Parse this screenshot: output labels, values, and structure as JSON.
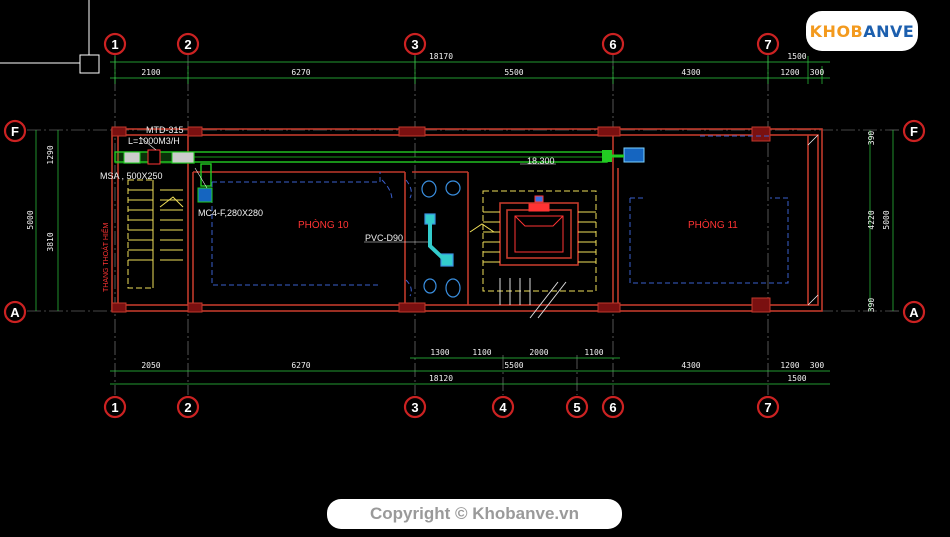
{
  "grid_top": [
    "1",
    "2",
    "3",
    "6",
    "7"
  ],
  "grid_bottom": [
    "1",
    "2",
    "3",
    "4",
    "5",
    "6",
    "7"
  ],
  "grid_side": [
    "F",
    "A"
  ],
  "dims_top": {
    "total": "18170",
    "right_extra": "1500",
    "segments": [
      "2100",
      "6270",
      "5500",
      "4300",
      "1200",
      "300"
    ]
  },
  "dims_bottom": {
    "top_row": [
      "1300",
      "1100",
      "2000",
      "1100"
    ],
    "middle_row": [
      "2050",
      "6270",
      "5500",
      "4300",
      "1200",
      "300"
    ],
    "total": "18120",
    "right_extra": "1500"
  },
  "dims_left": [
    "1290",
    "5000",
    "3810"
  ],
  "dims_right": [
    "390",
    "5000",
    "4220",
    "390"
  ],
  "rooms": {
    "room_10": "PHÒNG 10",
    "room_11": "PHÒNG 11"
  },
  "annotations": {
    "mtd": "MTD-315",
    "flow": "L=1000M3/H",
    "msa": "MSA , 500X250",
    "mc4": "MC4-F,280X280",
    "pvc": "PVC-D90",
    "level": "18.300",
    "stair": "THANG THOÁT HIỂM"
  },
  "brand": {
    "logo_khob": "KHOB",
    "logo_anve": "ANVE",
    "copyright": "Copyright © Khobanve.vn"
  },
  "colors": {
    "wall": "#c0392b",
    "duct": "#22cc22",
    "dim_line": "#2ecc40",
    "grid_line": "#9a9a9a",
    "stair": "#f1e05a",
    "dash_blue": "#3a5fcd",
    "pipe": "#33cccc",
    "logo_orange": "#f39a1e",
    "logo_blue": "#1c5fae"
  }
}
